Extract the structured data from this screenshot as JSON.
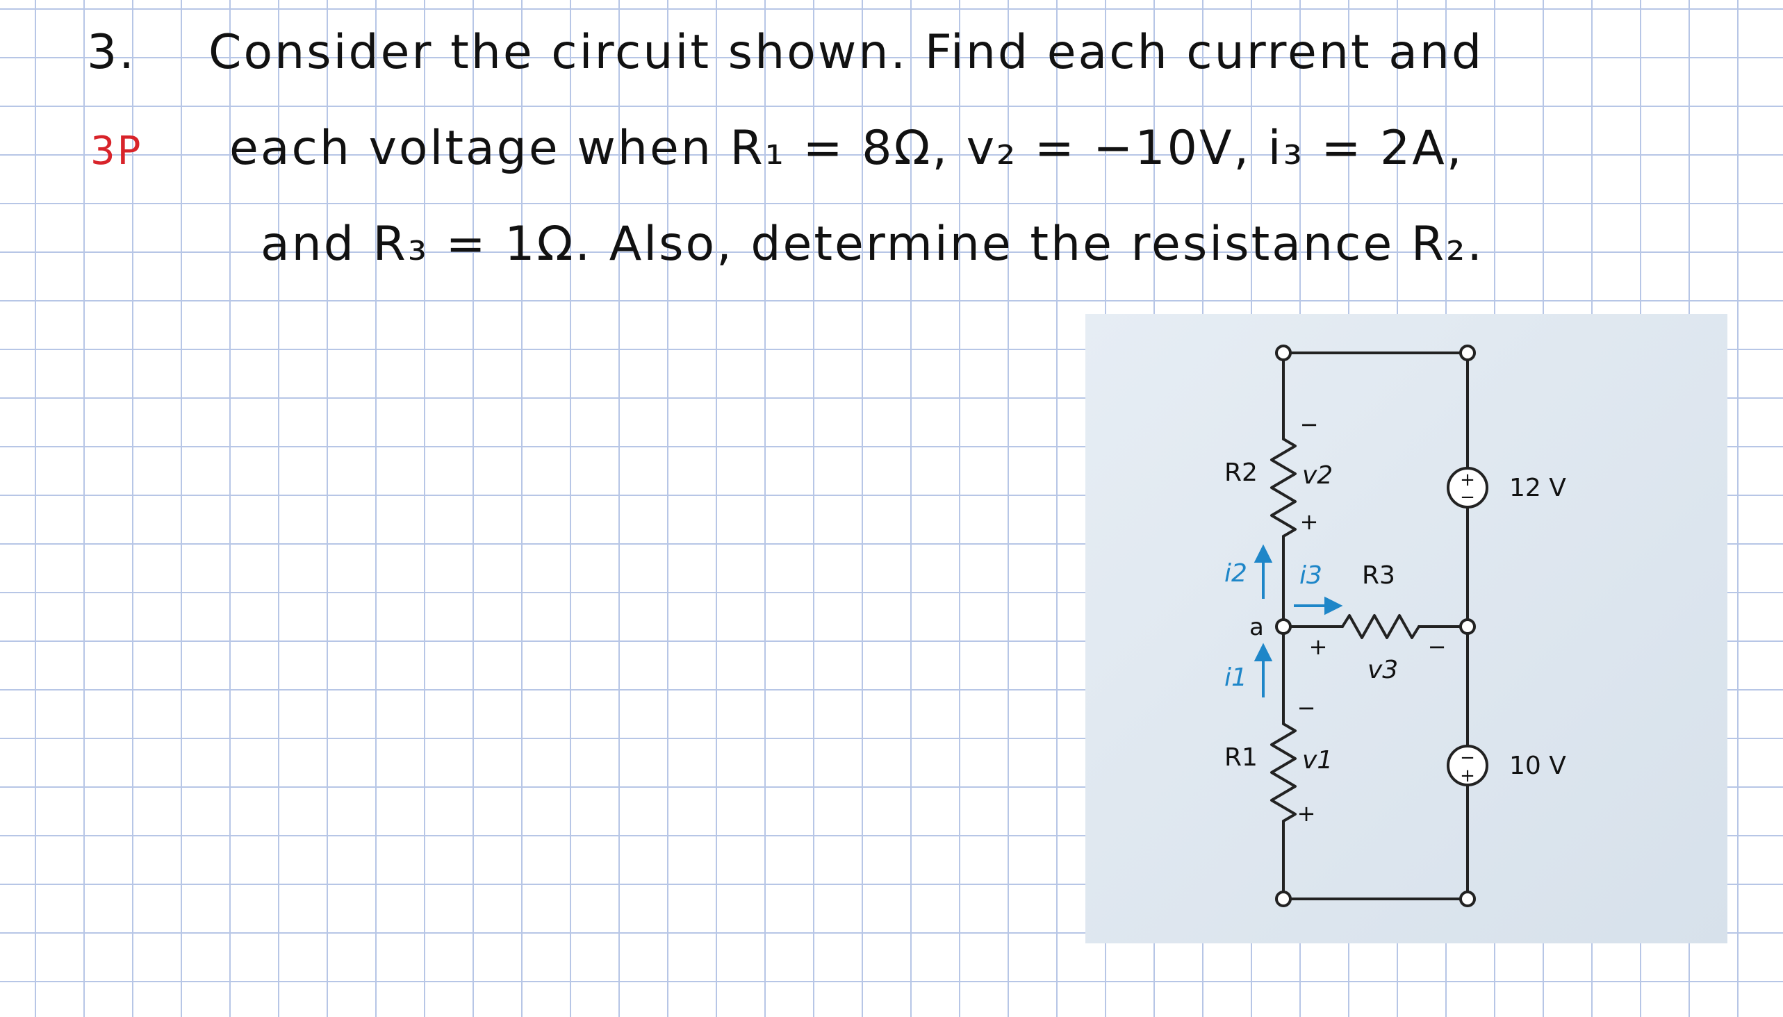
{
  "problem": {
    "number": "3.",
    "line1": "Consider the circuit shown. Find each current and",
    "margin_note": "3P",
    "line2": "each voltage when R₁ = 8Ω, v₂ = −10V, i₃ = 2A,",
    "line3": "and R₃ = 1Ω. Also, determine the resistance R₂."
  },
  "circuit": {
    "r2": "R2",
    "v2": "v2",
    "r1": "R1",
    "v1": "v1",
    "r3": "R3",
    "v3": "v3",
    "i1": "i1",
    "i2": "i2",
    "i3": "i3",
    "node_a": "a",
    "plus": "+",
    "minus": "−",
    "source_top": "12 V",
    "source_bottom": "10 V"
  }
}
